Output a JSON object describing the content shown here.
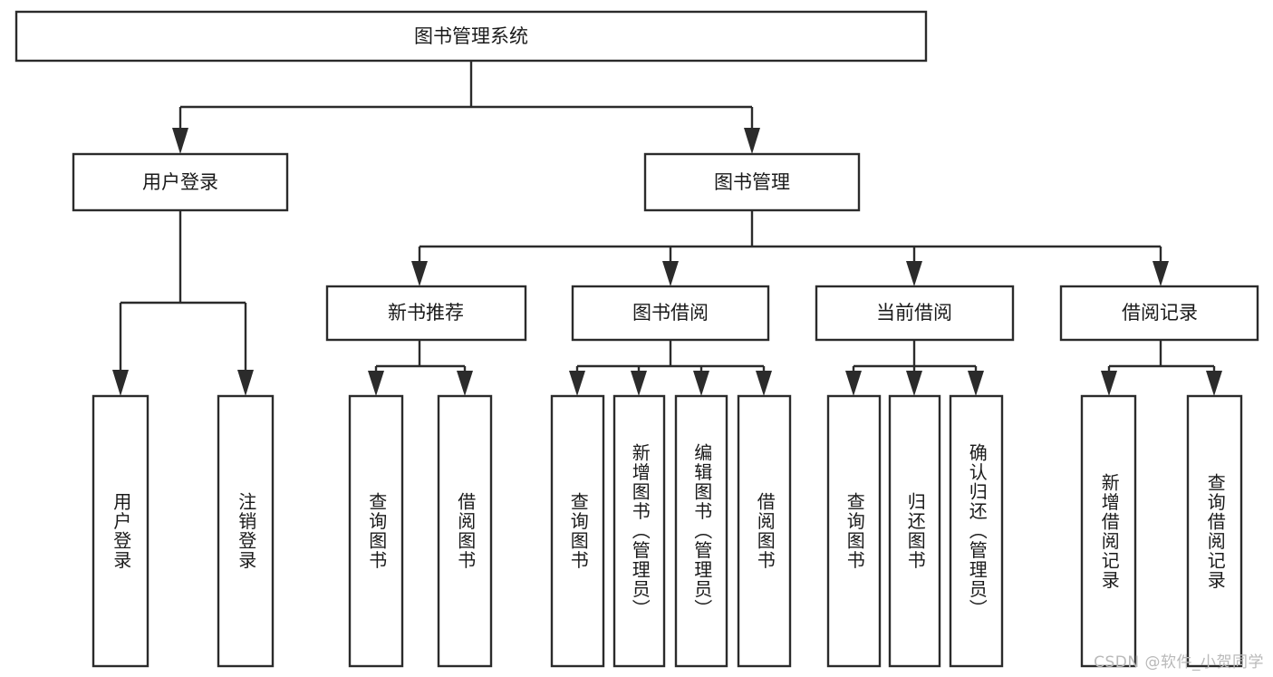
{
  "diagram": {
    "type": "tree-hierarchy-chart",
    "title": "图书管理系统",
    "watermark": "CSDN @软件_小贺同学",
    "colors": {
      "stroke": "#2b2b2b",
      "fill": "#ffffff",
      "text": "#1a1a1a",
      "watermark": "#b9b9b9"
    },
    "levels": {
      "root": {
        "label": "图书管理系统"
      },
      "level2": [
        {
          "id": "user-login",
          "label": "用户登录"
        },
        {
          "id": "book-manage",
          "label": "图书管理"
        }
      ],
      "level3": [
        {
          "id": "new-book-recommend",
          "label": "新书推荐"
        },
        {
          "id": "book-borrow",
          "label": "图书借阅"
        },
        {
          "id": "current-borrow",
          "label": "当前借阅"
        },
        {
          "id": "borrow-record",
          "label": "借阅记录"
        }
      ],
      "leaves": {
        "user-login": [
          {
            "id": "leaf-user-login",
            "label": "用户登录"
          },
          {
            "id": "leaf-logout",
            "label": "注销登录"
          }
        ],
        "new-book-recommend": [
          {
            "id": "leaf-query-book-1",
            "label": "查询图书"
          },
          {
            "id": "leaf-borrow-book-1",
            "label": "借阅图书"
          }
        ],
        "book-borrow": [
          {
            "id": "leaf-query-book-2",
            "label": "查询图书"
          },
          {
            "id": "leaf-add-book",
            "label": "新增图书（管理员）"
          },
          {
            "id": "leaf-edit-book",
            "label": "编辑图书（管理员）"
          },
          {
            "id": "leaf-borrow-book-2",
            "label": "借阅图书"
          }
        ],
        "current-borrow": [
          {
            "id": "leaf-query-book-3",
            "label": "查询图书"
          },
          {
            "id": "leaf-return-book",
            "label": "归还图书"
          },
          {
            "id": "leaf-confirm-return",
            "label": "确认归还（管理员）"
          }
        ],
        "borrow-record": [
          {
            "id": "leaf-add-record",
            "label": "新增借阅记录"
          },
          {
            "id": "leaf-query-record",
            "label": "查询借阅记录"
          }
        ]
      }
    }
  }
}
